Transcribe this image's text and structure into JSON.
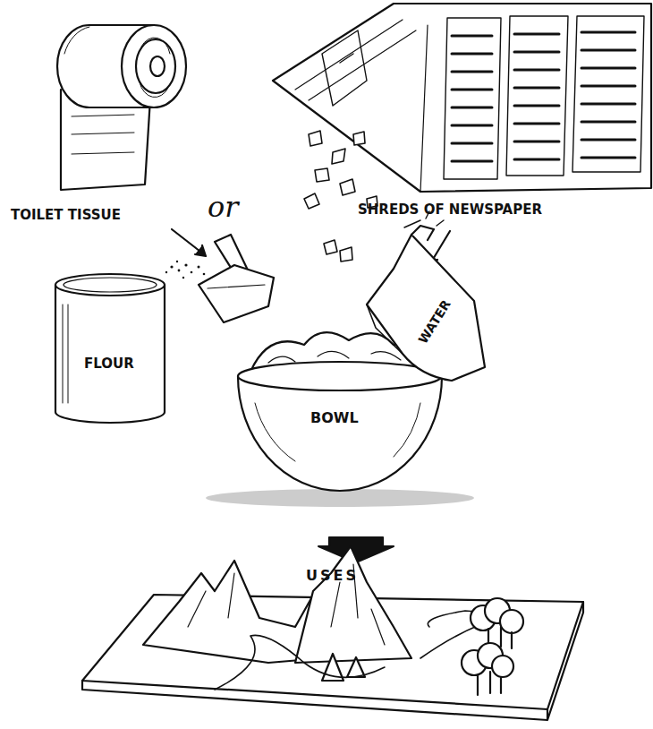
{
  "diagram": {
    "labels": [
      "TOILET TISSUE",
      "or",
      "SHREDS OF NEWSPAPER",
      "FLOUR",
      "BOWL",
      "WATER",
      "USES"
    ]
  }
}
